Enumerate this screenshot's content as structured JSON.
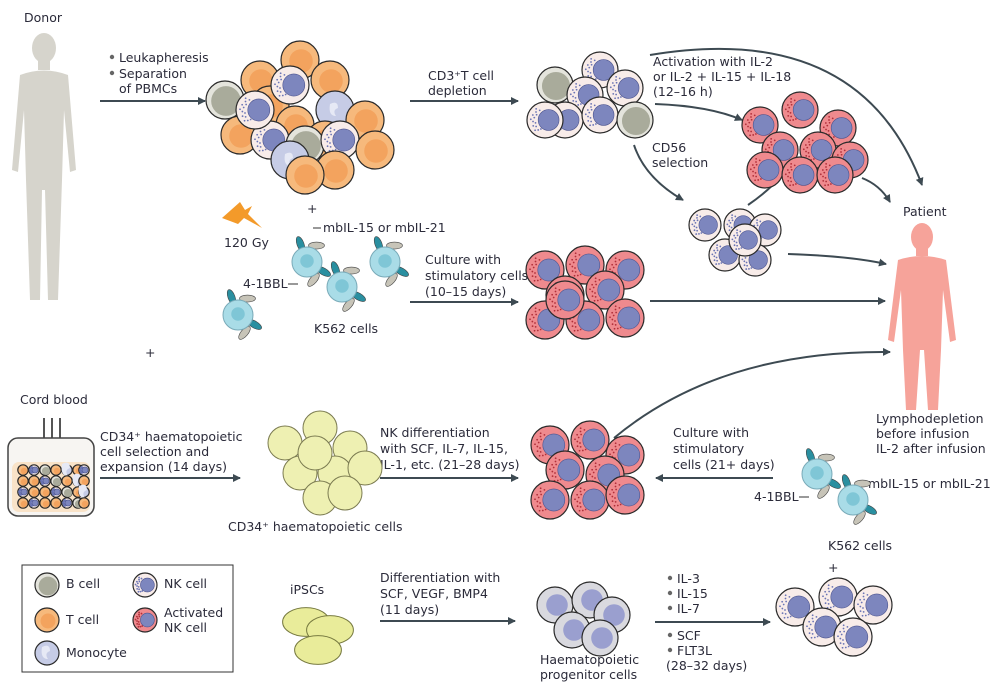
{
  "donor": {
    "label": "Donor"
  },
  "step_pbmc": {
    "bullets": [
      "Leukapheresis",
      "Separation"
    ],
    "cont": "of PBMCs"
  },
  "step_cd3": {
    "lines": [
      "CD3⁺T cell",
      "depletion"
    ]
  },
  "step_activation": {
    "lines": [
      "Activation with IL-2",
      "or IL-2 + IL-15 + IL-18",
      "(12–16 h)"
    ]
  },
  "step_cd56": {
    "lines": [
      "CD56",
      "selection"
    ]
  },
  "patient": {
    "label": "Patient",
    "notes": [
      "Lymphodepletion",
      "before infusion",
      "IL-2 after infusion"
    ]
  },
  "irradiation": {
    "dose": "120 Gy"
  },
  "k562_top": {
    "ligand1": "mbIL-15 or mbIL-21",
    "ligand2": "4-1BBL",
    "label": "K562 cells"
  },
  "step_culture1": {
    "lines": [
      "Culture with",
      "stimulatory cells",
      "(10–15 days)"
    ]
  },
  "cord": {
    "label": "Cord blood"
  },
  "step_cd34": {
    "lines": [
      "CD34⁺ haematopoietic",
      "cell selection and",
      "expansion (14 days)"
    ]
  },
  "cd34_cells": {
    "label": "CD34⁺ haematopoietic cells"
  },
  "step_nkdiff": {
    "lines": [
      "NK differentiation",
      "with SCF, IL-7, IL-15,",
      "IL-1, etc. (21–28 days)"
    ]
  },
  "step_culture2": {
    "lines": [
      "Culture with",
      "stimulatory",
      "cells  (21+ days)"
    ]
  },
  "k562_bottom": {
    "ligand1": "mbIL-15 or mbIL-21",
    "ligand2": "4-1BBL",
    "label": "K562 cells"
  },
  "plus": "+",
  "ipsc": {
    "label": "iPSCs"
  },
  "step_ipsc_diff": {
    "lines": [
      "Differentiation with",
      "SCF, VEGF, BMP4",
      "(11 days)"
    ]
  },
  "progenitor": {
    "lines": [
      "Haematopoietic",
      "progenitor cells"
    ]
  },
  "step_final": {
    "bullets_top": [
      "IL-3",
      "IL-15",
      "IL-7"
    ],
    "bullets_bottom": [
      "SCF",
      "FLT3L"
    ],
    "duration": "(28–32 days)"
  },
  "legend": {
    "items": [
      {
        "label": "B cell",
        "type": "b"
      },
      {
        "label": "NK cell",
        "type": "nk"
      },
      {
        "label": "T cell",
        "type": "t"
      },
      {
        "label": "Activated",
        "label2": "NK cell",
        "type": "act"
      },
      {
        "label": "Monocyte",
        "type": "mono"
      }
    ]
  },
  "colors": {
    "t_cell": "#f6b97c",
    "b_cell": "#c7c8bc",
    "monocyte": "#c6cce6",
    "nk_cell": "#f8ece9",
    "nk_nucleus": "#7d86be",
    "activated": "#ef8a8e",
    "k562": "#a9dce7",
    "cd34": "#eef0b2",
    "human_donor": "#d6d4cc",
    "human_patient": "#f6a39a",
    "arrow": "#3d4a52"
  }
}
